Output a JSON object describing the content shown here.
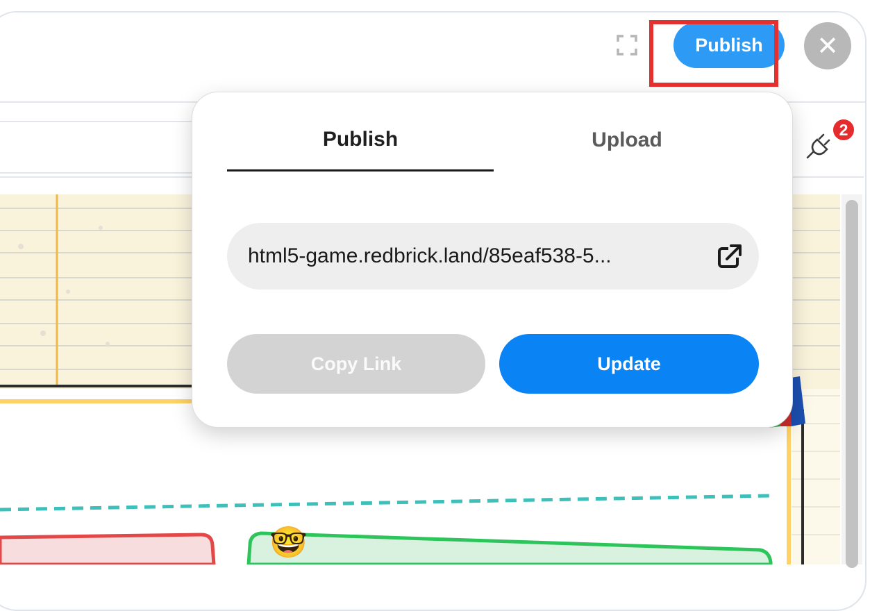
{
  "header": {
    "publish_label": "Publish",
    "fullscreen_icon": "fullscreen-icon",
    "close_icon": "close-icon",
    "close_glyph": "✕"
  },
  "toolbar": {
    "plugin_icon": "plug-icon",
    "notification_count": "2"
  },
  "publish_popover": {
    "tabs": [
      {
        "label": "Publish",
        "active": true
      },
      {
        "label": "Upload",
        "active": false
      }
    ],
    "url": "html5-game.redbrick.land/85eaf538-5...",
    "open_link_icon": "external-link-icon",
    "copy_link_label": "Copy Link",
    "update_label": "Update"
  },
  "colors": {
    "primary": "#0a83f5",
    "publish_button": "#2d9bf5",
    "highlight": "#e53030",
    "badge": "#e52b2b",
    "disabled": "#d3d3d3"
  },
  "canvas": {
    "emoji": "🤓"
  }
}
